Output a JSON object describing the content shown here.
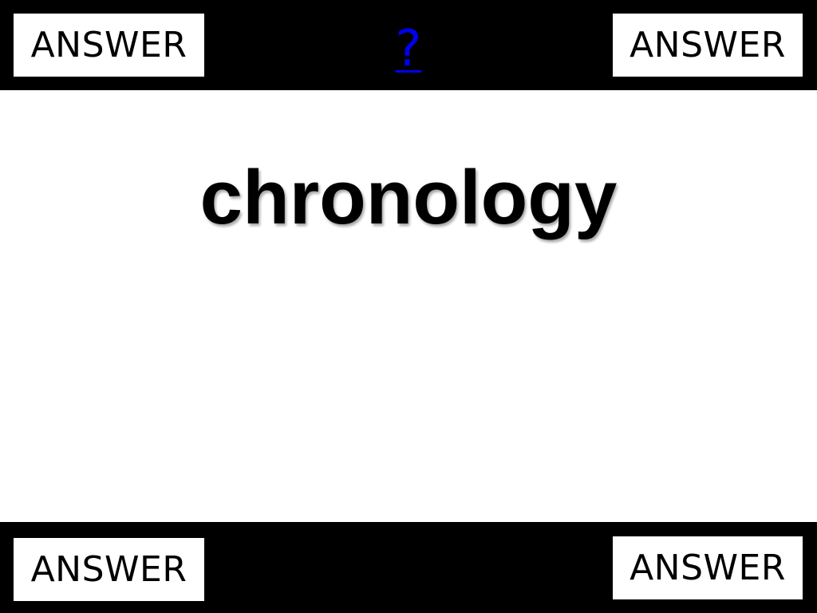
{
  "slide": {
    "question_link": "?",
    "term": "chronology",
    "answers": {
      "top_left": "ANSWER",
      "top_right": "ANSWER",
      "bottom_left": "ANSWER",
      "bottom_right": "ANSWER"
    }
  },
  "colors": {
    "bar_background": "#000000",
    "content_background": "#ffffff",
    "link_color": "#0000ee",
    "text_color": "#000000"
  }
}
